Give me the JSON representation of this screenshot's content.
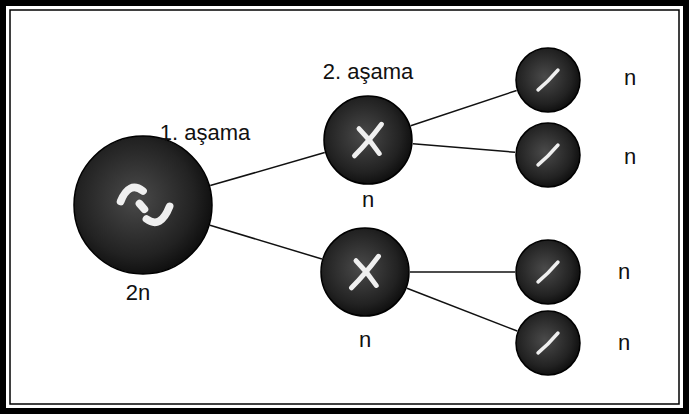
{
  "diagram": {
    "nodes": [
      {
        "text": [
          "2n"
        ]
      },
      {
        "text": [
          "n"
        ]
      },
      {
        "text": [
          "n"
        ]
      },
      {
        "text": [
          "n"
        ]
      },
      {
        "text": [
          "n"
        ]
      },
      {
        "text": [
          "n"
        ]
      },
      {
        "text": [
          "n"
        ]
      }
    ],
    "edges": [
      {
        "from": 0,
        "to": 1,
        "arrow": "none"
      },
      {
        "from": 0,
        "to": 2,
        "arrow": "none"
      },
      {
        "from": 1,
        "to": 3,
        "arrow": "none"
      },
      {
        "from": 1,
        "to": 4,
        "arrow": "none"
      },
      {
        "from": 2,
        "to": 5,
        "arrow": "none"
      },
      {
        "from": 2,
        "to": 6,
        "arrow": "none"
      }
    ],
    "labels": [
      "1. aşama",
      "2. aşama"
    ]
  }
}
